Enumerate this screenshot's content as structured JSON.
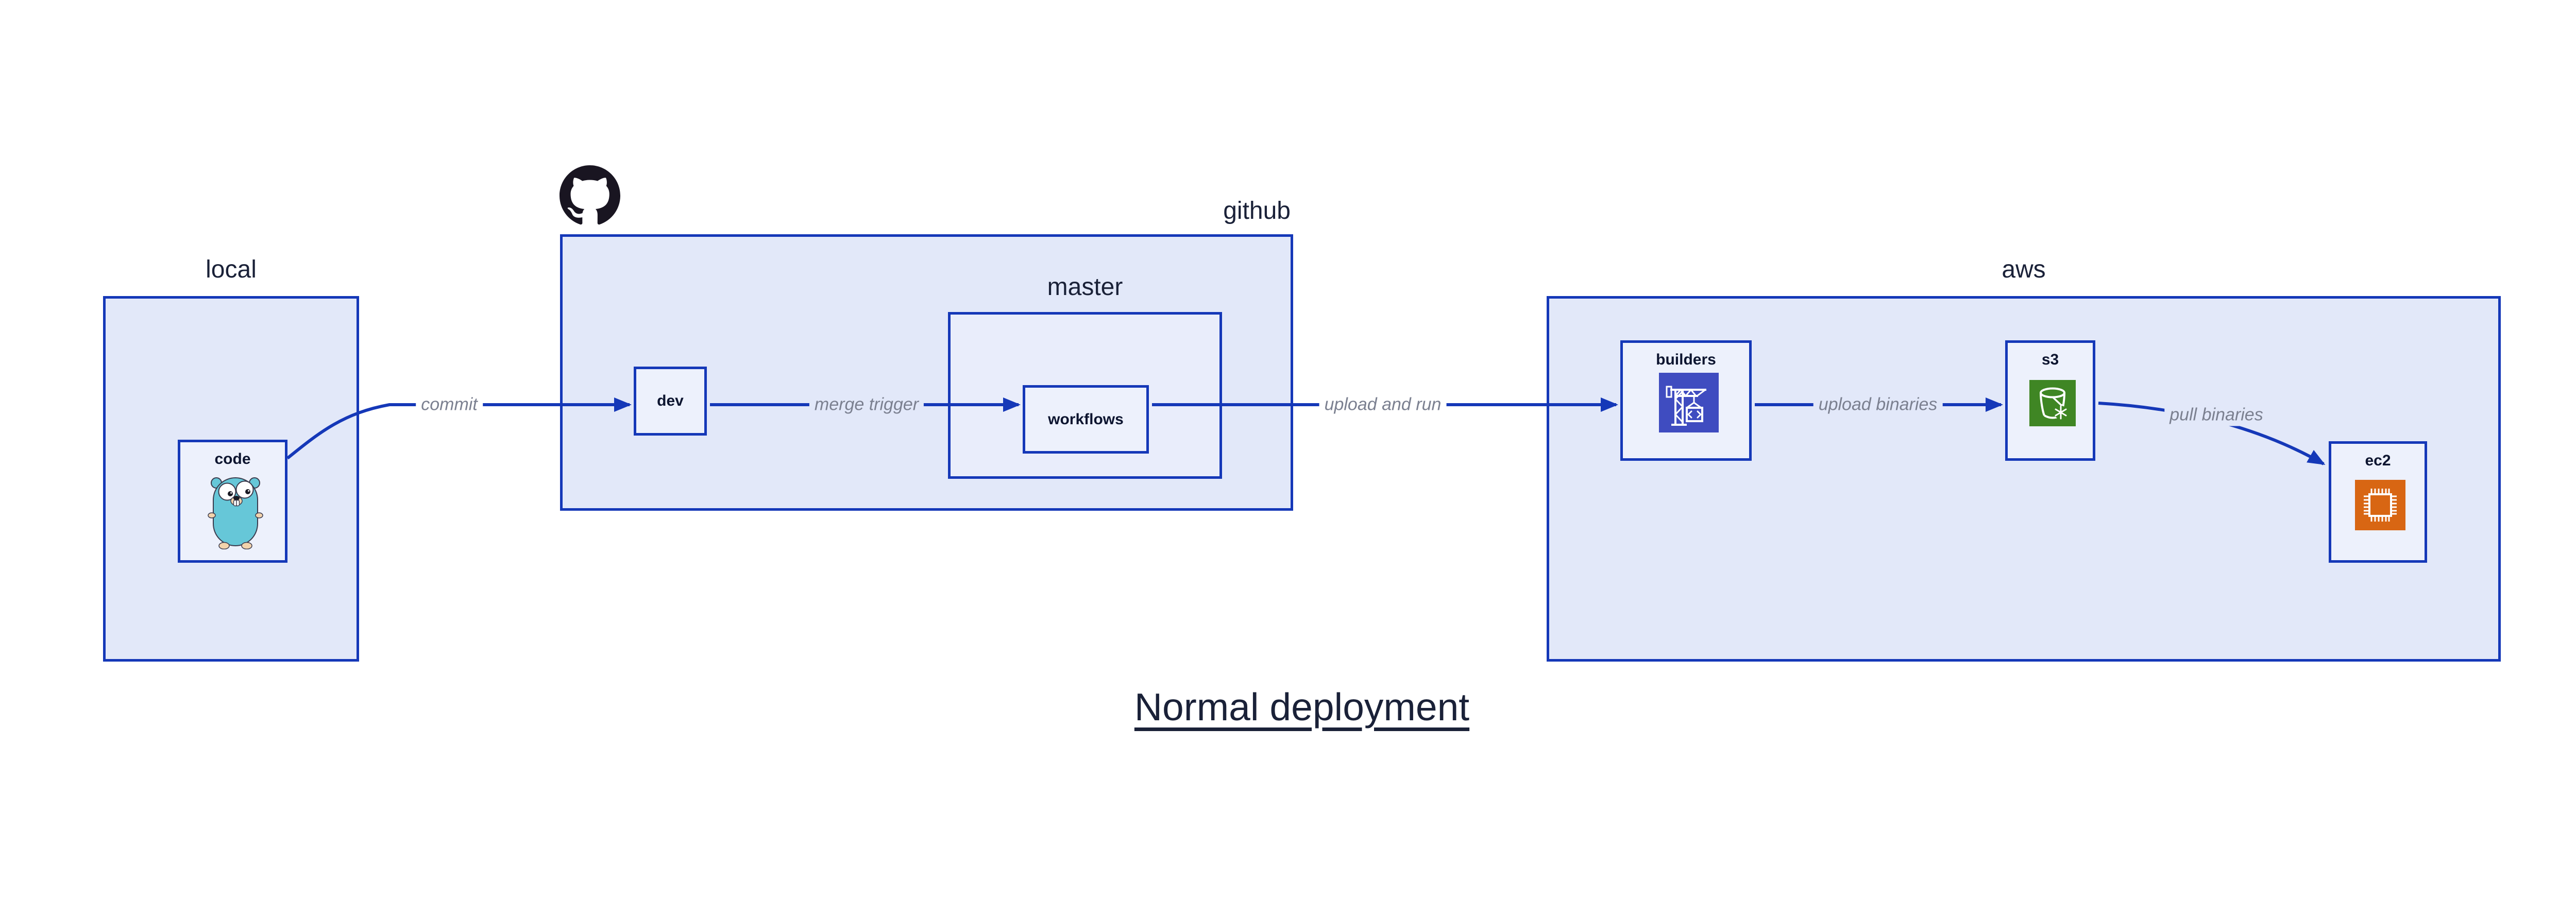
{
  "title": "Normal deployment",
  "colors": {
    "accent-blue": "#1538b8",
    "group-fill": "#e2e8f9",
    "master-fill": "#e9edfb",
    "node-fill": "#edf1fc",
    "edge-label-gray": "#7b8090",
    "heading-navy": "#1a2138",
    "node-label-navy": "#0d1530",
    "builders-icon-bg": "#3f4cc0",
    "s3-icon-bg": "#3f8624",
    "ec2-icon-bg": "#d86613",
    "octocat-black": "#191521",
    "gopher-teal": "#66c7d8",
    "gopher-paw": "#f2d3ac"
  },
  "groups": {
    "local": {
      "label": "local"
    },
    "github": {
      "label": "github"
    },
    "master": {
      "label": "master"
    },
    "aws": {
      "label": "aws"
    }
  },
  "nodes": {
    "code": {
      "label": "code",
      "icon": "go-gopher"
    },
    "dev": {
      "label": "dev"
    },
    "workflows": {
      "label": "workflows"
    },
    "builders": {
      "label": "builders",
      "icon": "aws-codebuild-crane"
    },
    "s3": {
      "label": "s3",
      "icon": "s3-bucket-snowflake"
    },
    "ec2": {
      "label": "ec2",
      "icon": "ec2-chip"
    }
  },
  "edges": {
    "commit": {
      "label": "commit",
      "from": "code",
      "to": "dev"
    },
    "merge_trigger": {
      "label": "merge trigger",
      "from": "dev",
      "to": "workflows"
    },
    "upload_and_run": {
      "label": "upload and run",
      "from": "workflows",
      "to": "builders"
    },
    "upload_binaries": {
      "label": "upload binaries",
      "from": "builders",
      "to": "s3"
    },
    "pull_binaries": {
      "label": "pull binaries",
      "from": "s3",
      "to": "ec2"
    }
  }
}
